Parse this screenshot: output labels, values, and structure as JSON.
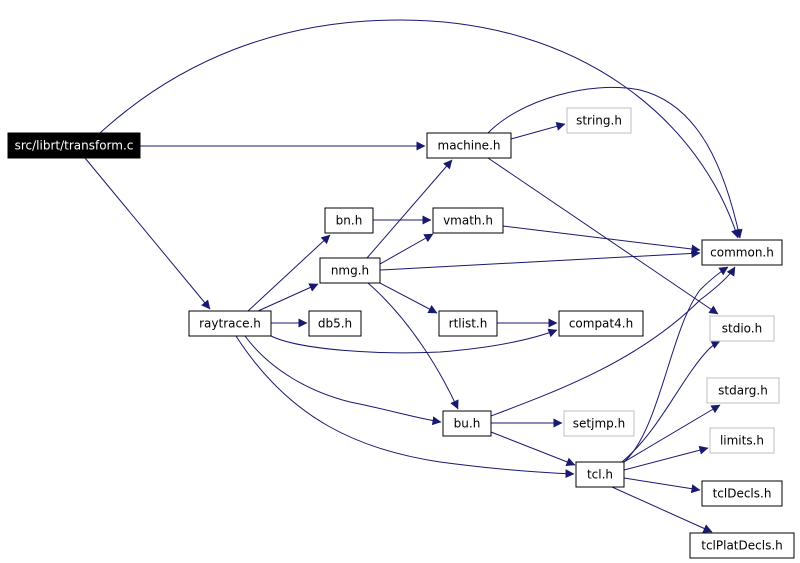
{
  "graph": {
    "colors": {
      "edge": "#191970",
      "root_fill": "#000000",
      "root_text": "#ffffff",
      "node_border": "#000000",
      "external_border": "#bfbfbf",
      "node_text": "#000000"
    },
    "nodes": [
      {
        "id": "transform",
        "label": "src/librt/transform.c",
        "kind": "root"
      },
      {
        "id": "machine",
        "label": "machine.h",
        "kind": "node"
      },
      {
        "id": "string",
        "label": "string.h",
        "kind": "external"
      },
      {
        "id": "bn",
        "label": "bn.h",
        "kind": "node"
      },
      {
        "id": "vmath",
        "label": "vmath.h",
        "kind": "node"
      },
      {
        "id": "common",
        "label": "common.h",
        "kind": "node"
      },
      {
        "id": "nmg",
        "label": "nmg.h",
        "kind": "node"
      },
      {
        "id": "raytrace",
        "label": "raytrace.h",
        "kind": "node"
      },
      {
        "id": "db5",
        "label": "db5.h",
        "kind": "node"
      },
      {
        "id": "rtlist",
        "label": "rtlist.h",
        "kind": "node"
      },
      {
        "id": "compat4",
        "label": "compat4.h",
        "kind": "node"
      },
      {
        "id": "stdio",
        "label": "stdio.h",
        "kind": "external"
      },
      {
        "id": "stdarg",
        "label": "stdarg.h",
        "kind": "external"
      },
      {
        "id": "bu",
        "label": "bu.h",
        "kind": "node"
      },
      {
        "id": "setjmp",
        "label": "setjmp.h",
        "kind": "external"
      },
      {
        "id": "limits",
        "label": "limits.h",
        "kind": "external"
      },
      {
        "id": "tcl",
        "label": "tcl.h",
        "kind": "node"
      },
      {
        "id": "tclDecls",
        "label": "tclDecls.h",
        "kind": "node"
      },
      {
        "id": "tclPlatDecls",
        "label": "tclPlatDecls.h",
        "kind": "node"
      }
    ],
    "edges": [
      {
        "from": "transform",
        "to": "machine"
      },
      {
        "from": "transform",
        "to": "common"
      },
      {
        "from": "transform",
        "to": "raytrace"
      },
      {
        "from": "machine",
        "to": "string"
      },
      {
        "from": "machine",
        "to": "common"
      },
      {
        "from": "machine",
        "to": "stdio"
      },
      {
        "from": "bn",
        "to": "vmath"
      },
      {
        "from": "vmath",
        "to": "common"
      },
      {
        "from": "nmg",
        "to": "machine"
      },
      {
        "from": "nmg",
        "to": "vmath"
      },
      {
        "from": "nmg",
        "to": "common"
      },
      {
        "from": "nmg",
        "to": "rtlist"
      },
      {
        "from": "nmg",
        "to": "bu"
      },
      {
        "from": "raytrace",
        "to": "bn"
      },
      {
        "from": "raytrace",
        "to": "nmg"
      },
      {
        "from": "raytrace",
        "to": "db5"
      },
      {
        "from": "raytrace",
        "to": "compat4"
      },
      {
        "from": "raytrace",
        "to": "bu"
      },
      {
        "from": "raytrace",
        "to": "tcl"
      },
      {
        "from": "rtlist",
        "to": "compat4"
      },
      {
        "from": "bu",
        "to": "setjmp"
      },
      {
        "from": "bu",
        "to": "tcl"
      },
      {
        "from": "bu",
        "to": "common"
      },
      {
        "from": "tcl",
        "to": "common"
      },
      {
        "from": "tcl",
        "to": "stdio"
      },
      {
        "from": "tcl",
        "to": "stdarg"
      },
      {
        "from": "tcl",
        "to": "limits"
      },
      {
        "from": "tcl",
        "to": "tclDecls"
      },
      {
        "from": "tcl",
        "to": "tclPlatDecls"
      }
    ]
  }
}
